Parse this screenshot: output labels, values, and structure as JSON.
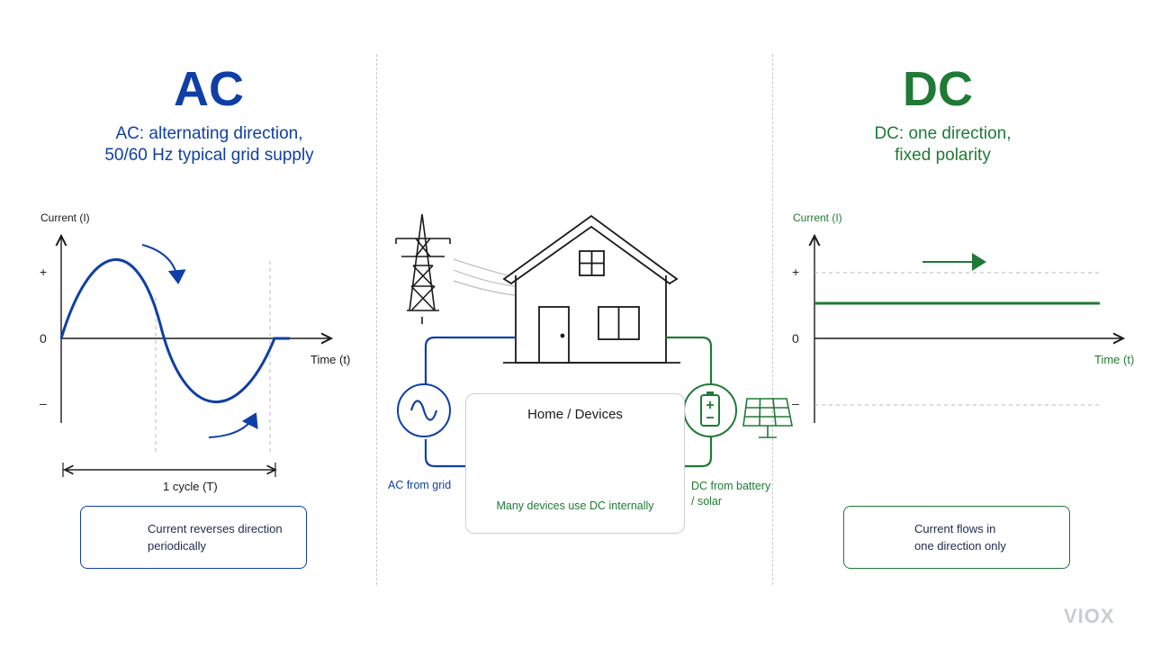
{
  "colors": {
    "ac": "#0f3fa6",
    "dc": "#1f7a35",
    "text": "#1a1a1a",
    "grid_gray": "#c8c8c8",
    "watermark": "#c9ccd0"
  },
  "ac": {
    "title": "AC",
    "subtitle": "AC: alternating direction,\n50/60 Hz typical grid supply",
    "axis_y": "Current (I)",
    "axis_x": "Time (t)",
    "tick_plus": "+",
    "tick_zero": "0",
    "tick_minus": "–",
    "cycle_label": "1 cycle (T)",
    "note": "Current reverses direction\nperiodically",
    "note_icon": "cycle-arrows-icon"
  },
  "center": {
    "home_title": "Home / Devices",
    "devices_note": "Many devices use DC internally",
    "ac_label": "AC from grid",
    "dc_label": "DC from battery\n/ solar",
    "icons": [
      "power-tower-icon",
      "house-icon",
      "ac-source-icon",
      "battery-icon",
      "solar-panel-icon",
      "monitor-icon",
      "laptop-icon",
      "phone-icon",
      "lightbulb-icon"
    ]
  },
  "dc": {
    "title": "DC",
    "subtitle": "DC: one direction,\nfixed polarity",
    "axis_y": "Current (I)",
    "axis_x": "Time (t)",
    "tick_plus": "+",
    "tick_zero": "0",
    "tick_minus": "–",
    "note": "Current flows in\none direction only",
    "note_icon": "right-arrow-icon"
  },
  "watermark": "VIOX"
}
